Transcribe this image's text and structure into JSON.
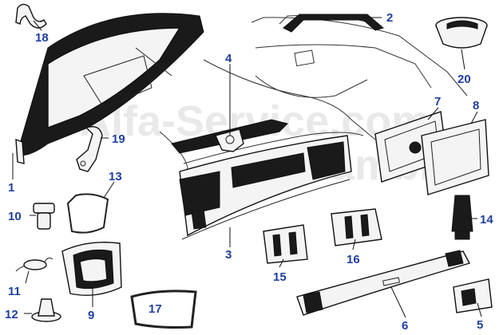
{
  "watermark": "Alfa-Service.com",
  "watermark_sub": "Ricambi",
  "label_color": "#1f3fa0",
  "labels": [
    "1",
    "2",
    "3",
    "4",
    "5",
    "6",
    "7",
    "8",
    "9",
    "10",
    "11",
    "12",
    "13",
    "14",
    "15",
    "16",
    "17",
    "18",
    "19",
    "20"
  ]
}
